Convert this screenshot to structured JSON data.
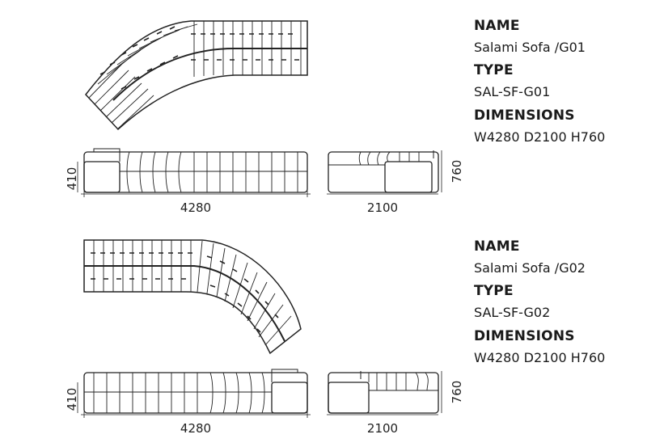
{
  "products": [
    {
      "name_label": "NAME",
      "name": "Salami Sofa /G01",
      "type_label": "TYPE",
      "type": "SAL-SF-G01",
      "dimensions_label": "DIMENSIONS",
      "dimensions": "W4280 D2100 H760",
      "front_width": "4280",
      "seat_height": "410",
      "side_depth": "2100",
      "total_height": "760"
    },
    {
      "name_label": "NAME",
      "name": "Salami Sofa /G02",
      "type_label": "TYPE",
      "type": "SAL-SF-G02",
      "dimensions_label": "DIMENSIONS",
      "dimensions": "W4280 D2100 H760",
      "front_width": "4280",
      "seat_height": "410",
      "side_depth": "2100",
      "total_height": "760"
    }
  ]
}
